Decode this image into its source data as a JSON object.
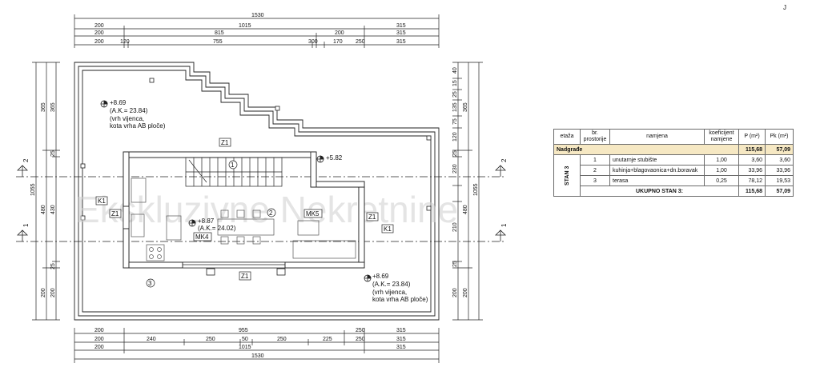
{
  "corner_mark": "J",
  "top_dims": {
    "total": "1530",
    "row1": [
      "200",
      "1015",
      "315"
    ],
    "row2": [
      "200",
      "815",
      "200",
      "315"
    ],
    "row3": [
      "200",
      "120",
      "755",
      "300",
      "170",
      "250",
      "315"
    ]
  },
  "bottom_dims": {
    "row1": [
      "200",
      "955",
      "250",
      "315"
    ],
    "row2": [
      "200",
      "240",
      "250",
      "50",
      "250",
      "225",
      "250",
      "315"
    ],
    "row3": [
      "200",
      "1015",
      "315"
    ],
    "total": "1530"
  },
  "left_dims": {
    "total": "1055",
    "outer": [
      "365",
      "480",
      "200"
    ],
    "inner": [
      "365",
      "25",
      "430",
      "25",
      "200"
    ]
  },
  "right_dims": {
    "total": "1055",
    "outer": [
      "365",
      "480",
      "200"
    ],
    "inner": [
      "40",
      "15",
      "25",
      "135",
      "75",
      "120",
      "25",
      "230",
      "210",
      "25",
      "200"
    ]
  },
  "sections": {
    "left": [
      "2",
      "1"
    ],
    "right": [
      "2",
      "1"
    ]
  },
  "levels": {
    "top_left": {
      "elev": "+8.69",
      "ak": "(A.K.= 23.84)",
      "note1": "(vrh vijenca,",
      "note2": "kota vrha AB ploče)"
    },
    "roof": {
      "elev": "+5.82"
    },
    "floor": {
      "elev": "+8.87",
      "ak": "(A.K.= 24.02)"
    },
    "bottom_right": {
      "elev": "+8.69",
      "ak": "(A.K.= 23.84)",
      "note1": "(vrh vijenca,",
      "note2": "kota vrha AB ploče)"
    }
  },
  "tags": {
    "k1_left": "K1",
    "k1_right": "K1",
    "z1_top": "Z1",
    "z1_left": "Z1",
    "z1_right": "Z1",
    "z1_bottom": "Z1",
    "mk4": "MK4",
    "mk5": "MK5",
    "room1": "1",
    "room2": "2",
    "room3": "3"
  },
  "watermark": "Ekskluzivne Nekretnine",
  "table": {
    "headers": {
      "etaza": "etaža",
      "br": "br. prostorije",
      "namjena": "namjena",
      "koef": "koeficijent namjene",
      "p": "P (m²)",
      "pk": "Pk (m²)"
    },
    "group": {
      "label": "Nadgrađe",
      "p": "115,68",
      "pk": "57,09"
    },
    "stan_label": "STAN 3",
    "rows": [
      {
        "br": "1",
        "namjena": "unutarnje stubište",
        "koef": "1,00",
        "p": "3,60",
        "pk": "3,60"
      },
      {
        "br": "2",
        "namjena": "kuhinja+blagovaonica+dn.boravak",
        "koef": "1,00",
        "p": "33,96",
        "pk": "33,96"
      },
      {
        "br": "3",
        "namjena": "terasa",
        "koef": "0,25",
        "p": "78,12",
        "pk": "19,53"
      }
    ],
    "total": {
      "label": "UKUPNO STAN 3:",
      "p": "115,68",
      "pk": "57,09"
    }
  }
}
